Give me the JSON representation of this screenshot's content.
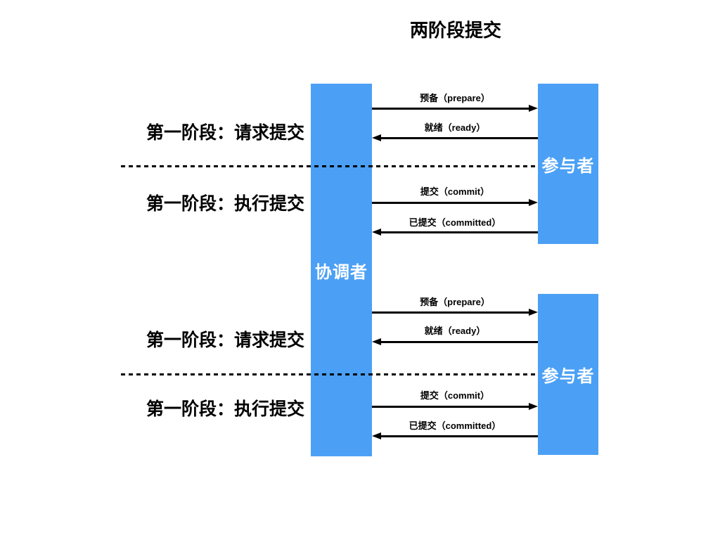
{
  "title": "两阶段提交",
  "colors": {
    "box_blue": "#4BA0F5",
    "line_black": "#000000",
    "background": "#FFFFFF",
    "box_text_white": "#FFFFFF"
  },
  "coordinator": {
    "label": "协调者"
  },
  "participants": [
    {
      "label": "参与者"
    },
    {
      "label": "参与者"
    }
  ],
  "phases": [
    {
      "label": "第一阶段：请求提交"
    },
    {
      "label": "第一阶段：执行提交"
    },
    {
      "label": "第一阶段：请求提交"
    },
    {
      "label": "第一阶段：执行提交"
    }
  ],
  "messages": [
    {
      "label": "预备（prepare）",
      "direction": "right"
    },
    {
      "label": "就绪（ready）",
      "direction": "left"
    },
    {
      "label": "提交（commit）",
      "direction": "right"
    },
    {
      "label": "已提交（committed）",
      "direction": "left"
    },
    {
      "label": "预备（prepare）",
      "direction": "right"
    },
    {
      "label": "就绪（ready）",
      "direction": "left"
    },
    {
      "label": "提交（commit）",
      "direction": "right"
    },
    {
      "label": "已提交（committed）",
      "direction": "left"
    }
  ]
}
